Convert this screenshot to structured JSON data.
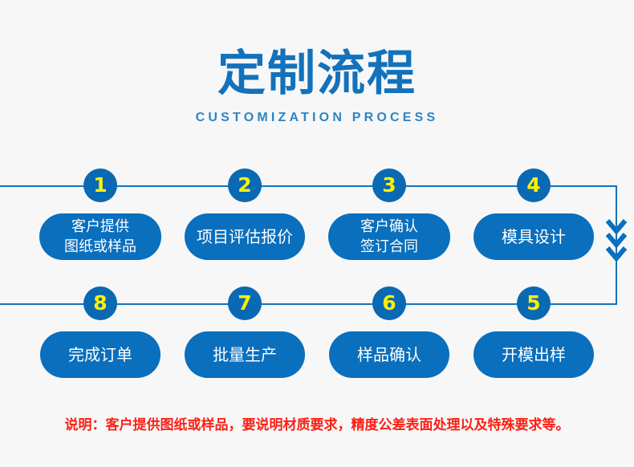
{
  "header": {
    "title": "定制流程",
    "subtitle": "CUSTOMIZATION PROCESS"
  },
  "colors": {
    "background": "#f7f7f7",
    "title_blue": "#1272bb",
    "subtitle_blue": "#2d85c4",
    "pill_blue": "#0a6fbd",
    "badge_blue": "#0a69b3",
    "badge_number_yellow": "#fdf100",
    "line_blue": "#1272bb",
    "note_red": "#fc2015",
    "pill_text": "#ffffff"
  },
  "flow": {
    "rows": [
      {
        "row_name": "row-top",
        "direction": "left-to-right",
        "steps": [
          {
            "number": "1",
            "lines": [
              "客户提供",
              "图纸或样品"
            ]
          },
          {
            "number": "2",
            "lines": [
              "项目评估报价"
            ]
          },
          {
            "number": "3",
            "lines": [
              "客户确认",
              "签订合同"
            ]
          },
          {
            "number": "4",
            "lines": [
              "模具设计"
            ]
          }
        ]
      },
      {
        "row_name": "row-bottom",
        "direction": "right-to-left",
        "steps": [
          {
            "number": "8",
            "lines": [
              "完成订单"
            ]
          },
          {
            "number": "7",
            "lines": [
              "批量生产"
            ]
          },
          {
            "number": "6",
            "lines": [
              "样品确认"
            ]
          },
          {
            "number": "5",
            "lines": [
              "开模出样"
            ]
          }
        ]
      }
    ],
    "connector": {
      "name": "right-down-connector",
      "marker": "triple-chevron-down-arrow"
    }
  },
  "footer": {
    "note": "说明：客户提供图纸或样品，要说明材质要求，精度公差表面处理以及特殊要求等。"
  }
}
